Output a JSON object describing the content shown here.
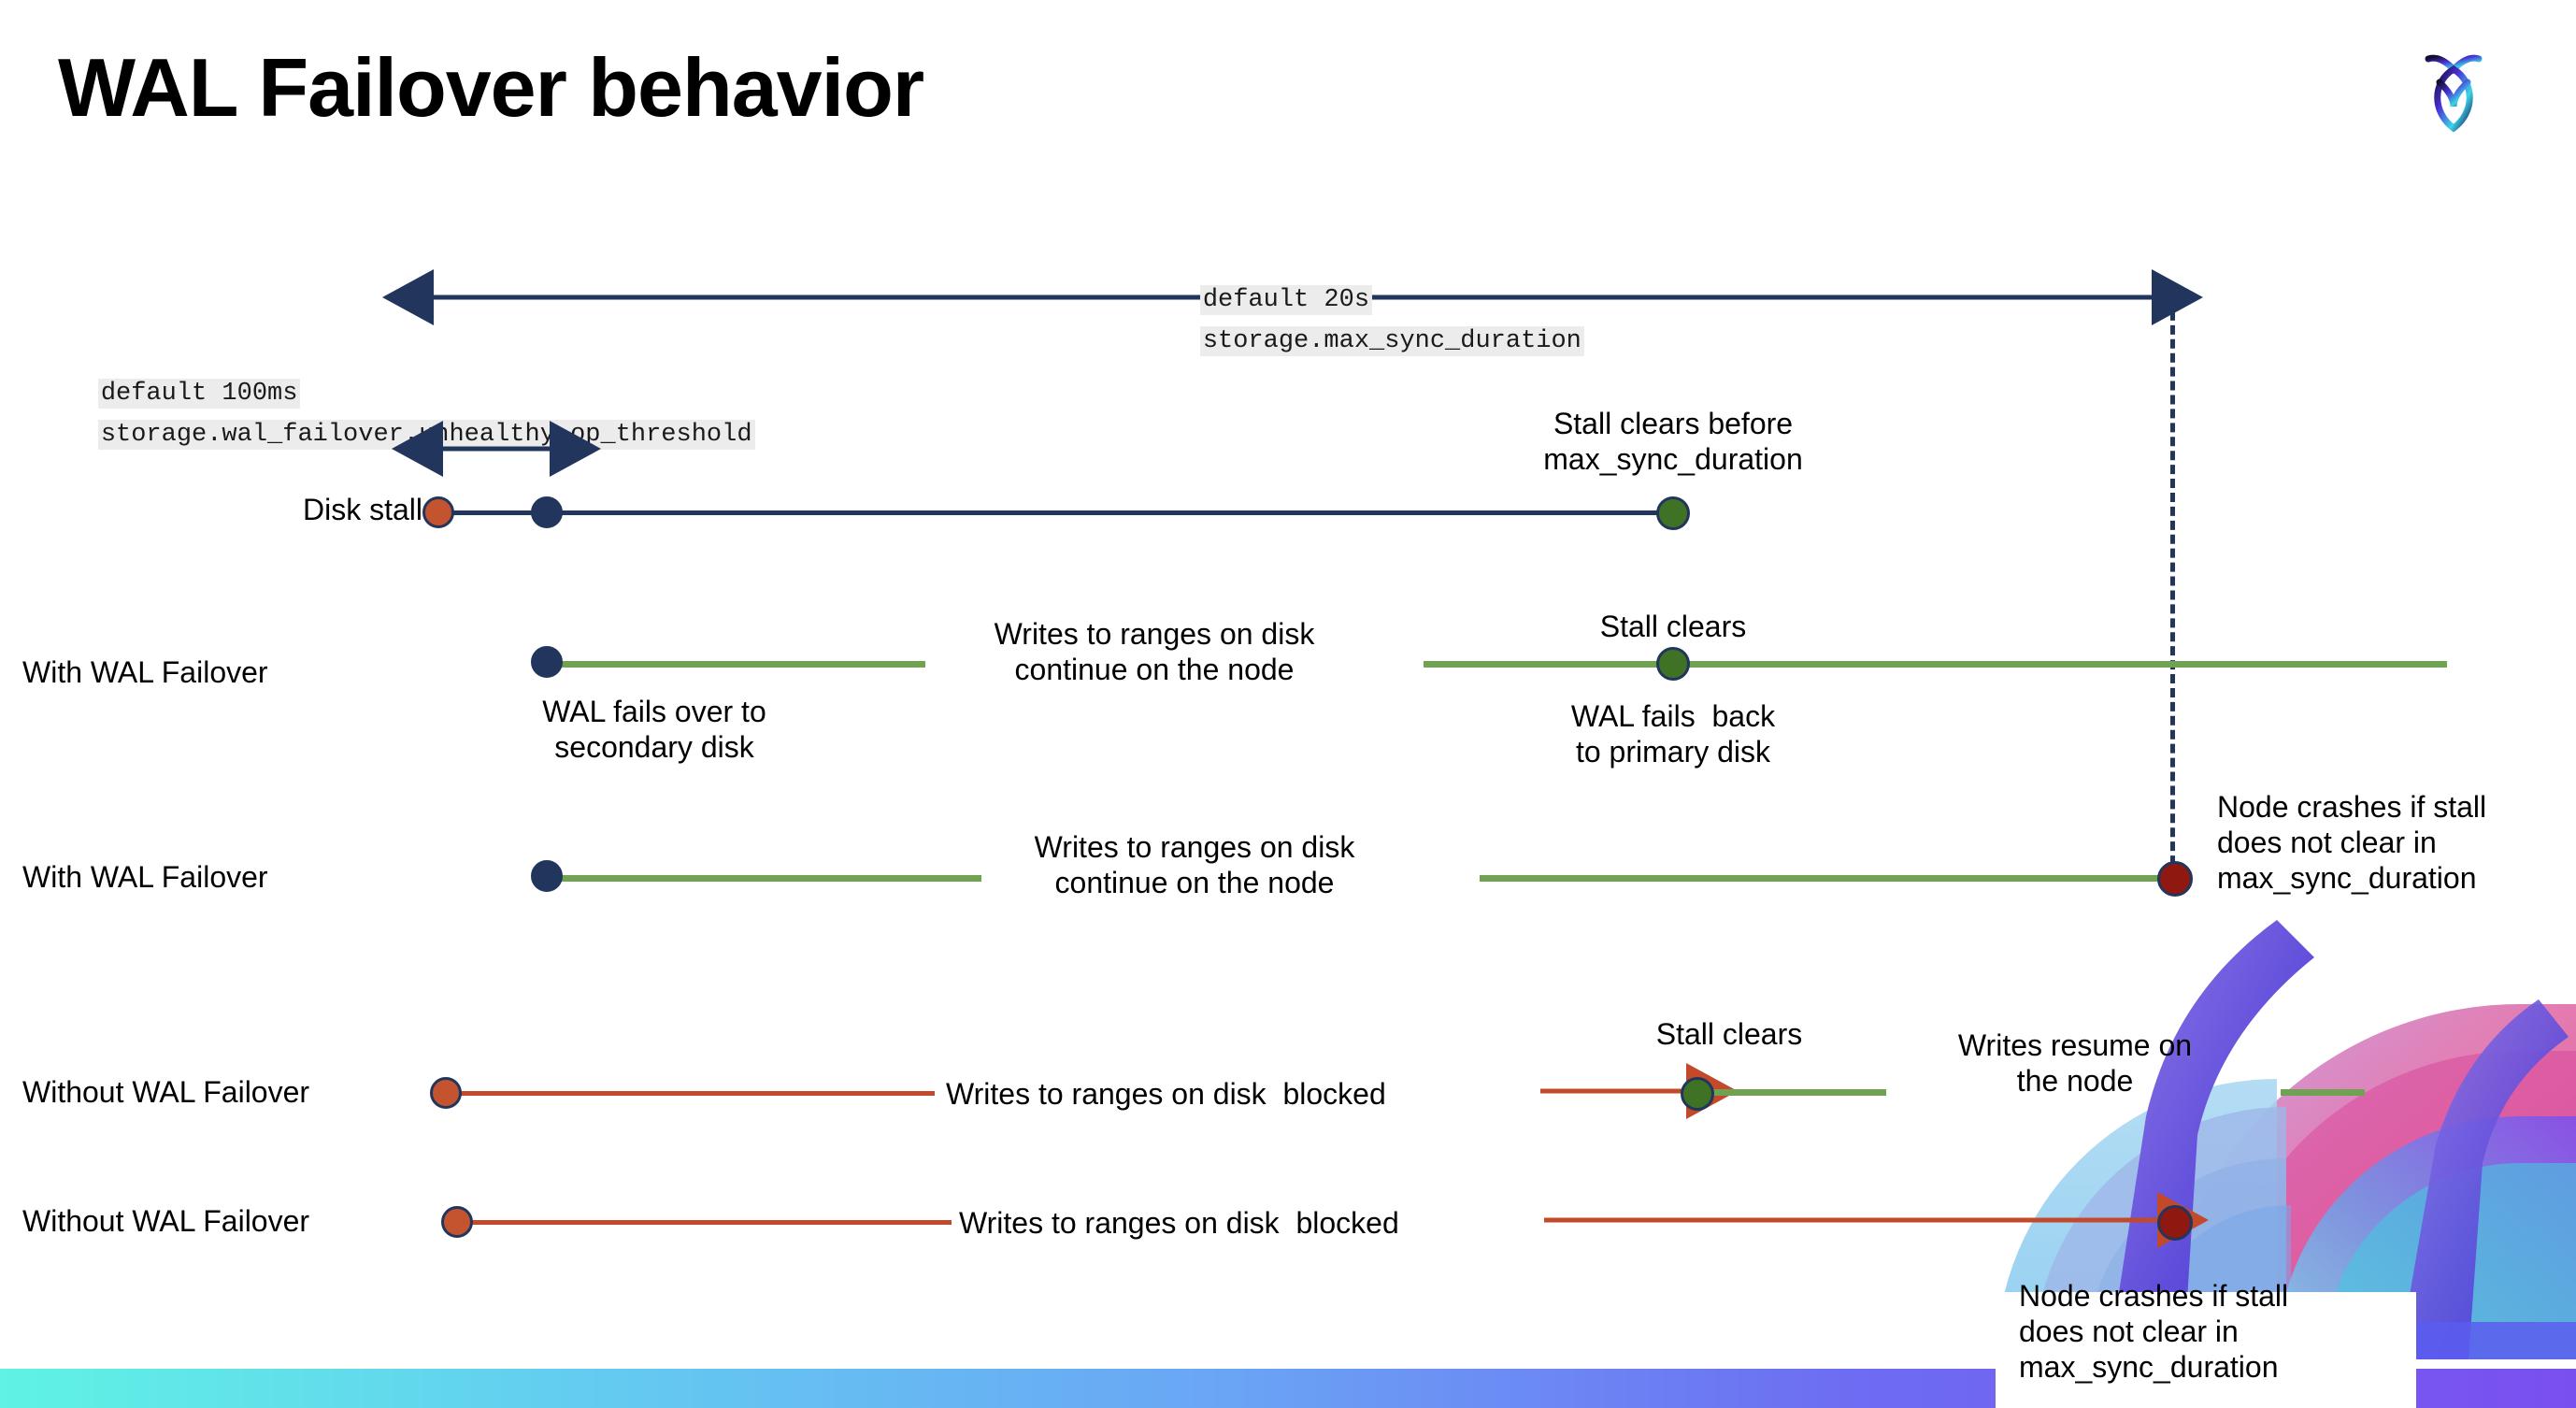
{
  "slide": {
    "title": "WAL Failover behavior",
    "logo_name": "cockroachdb-logo"
  },
  "annotations": {
    "max_sync": {
      "default_label": "default 20s",
      "setting_label": "storage.max_sync_duration"
    },
    "unhealthy_op": {
      "default_label": "default 100ms",
      "setting_label": "storage.wal_failover.unhealthy_op_threshold"
    }
  },
  "rows": [
    {
      "id": "disk-stalls",
      "label": "Disk stalls",
      "note_right": "Stall clears before\nmax_sync_duration"
    },
    {
      "id": "with-wal-failover-1",
      "label": "With WAL Failover",
      "note_start": "WAL fails over to\nsecondary disk",
      "note_mid": "Writes to ranges on disk\ncontinue on the node",
      "note_clear": "Stall clears",
      "note_back": "WAL fails  back\nto primary disk"
    },
    {
      "id": "with-wal-failover-2",
      "label": "With WAL Failover",
      "note_mid": "Writes to ranges on disk\ncontinue on the node",
      "note_crash": "Node crashes if stall\ndoes not clear in\nmax_sync_duration"
    },
    {
      "id": "without-wal-failover-1",
      "label": "Without WAL Failover",
      "note_mid": "Writes to ranges on disk  blocked",
      "note_clear": "Stall clears",
      "note_resume": "Writes resume on\nthe node"
    },
    {
      "id": "without-wal-failover-2",
      "label": "Without WAL Failover",
      "note_mid": "Writes to ranges on disk  blocked",
      "note_crash": "Node crashes if stall\ndoes not clear in\nmax_sync_duration"
    }
  ],
  "colors": {
    "navy": "#22355c",
    "green_line": "#6fa352",
    "green_dot": "#3f7225",
    "orange_dot": "#c4542f",
    "red_line": "#c2492a",
    "dark_red_dot": "#8f1810",
    "code_bg": "#ececec"
  }
}
